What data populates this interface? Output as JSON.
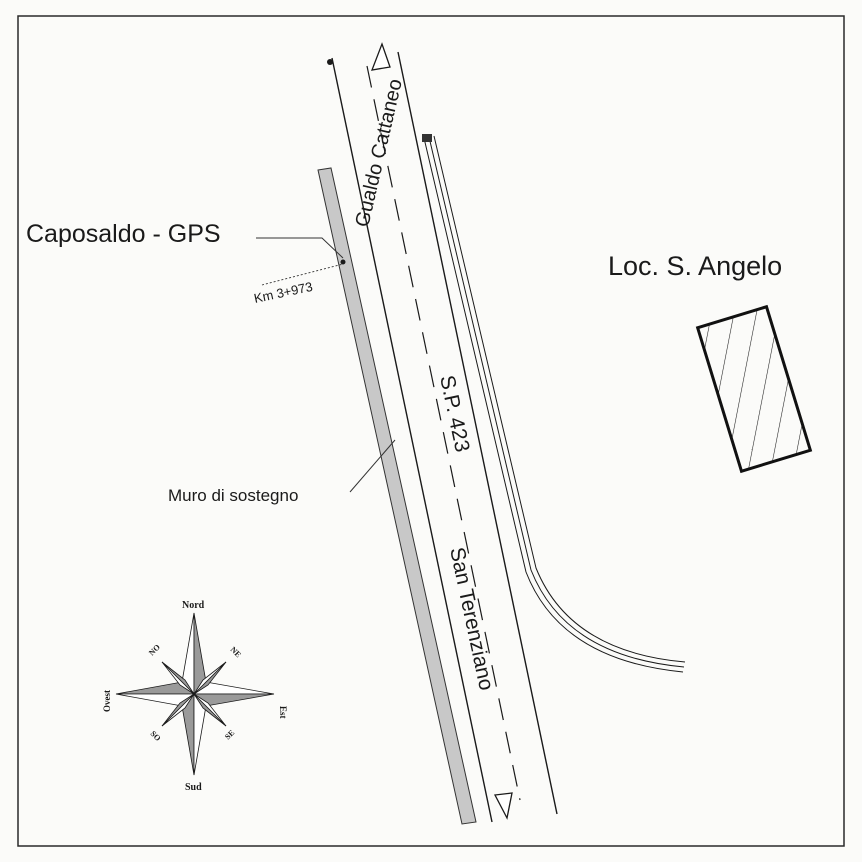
{
  "labels": {
    "benchmark": "Caposaldo - GPS",
    "km_marker": "Km 3+973",
    "locality": "Loc. S. Angelo",
    "road_north": "Gualdo Cattaneo",
    "road_number": "S.P. 423",
    "road_south": "San Terenziano",
    "retaining_wall": "Muro di sostegno"
  },
  "compass": {
    "north": "Nord",
    "south": "Sud",
    "east": "Est",
    "west": "Ovest",
    "northeast": "NE",
    "northwest": "NO",
    "southeast": "SE",
    "southwest": "SO"
  },
  "icons": {
    "compass": "compass-rose-icon",
    "arrow_north": "arrow-up-icon",
    "arrow_south": "arrow-down-icon"
  },
  "colors": {
    "ink": "#1a1a1a",
    "wall_fill": "#c8c8c8",
    "compass_fill": "#9a9a9a",
    "frame": "#2a2a2a"
  }
}
